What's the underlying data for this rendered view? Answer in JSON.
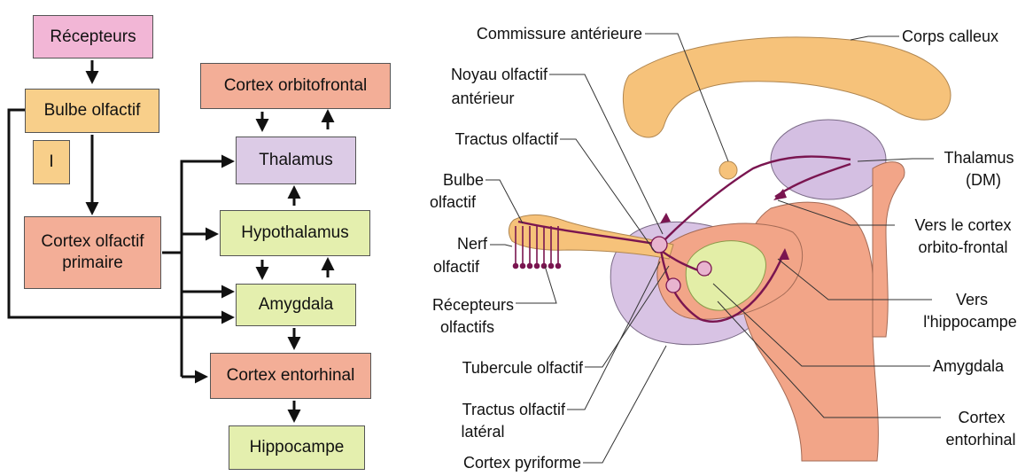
{
  "flowchart": {
    "receptors": "Récepteurs",
    "olfactory_bulb": "Bulbe olfactif",
    "roman_one": "I",
    "primary_cortex_l1": "Cortex olfactif",
    "primary_cortex_l2": "primaire",
    "orbitofrontal": "Cortex orbitofrontal",
    "thalamus": "Thalamus",
    "hypothalamus": "Hypothalamus",
    "amygdala": "Amygdala",
    "entorhinal": "Cortex entorhinal",
    "hippocampus": "Hippocampe"
  },
  "anatomy_labels": {
    "commissure": "Commissure antérieure",
    "anterior_nucleus_l1": "Noyau olfactif",
    "anterior_nucleus_l2": "antérieur",
    "olfactory_tract": "Tractus olfactif",
    "bulb_l1": "Bulbe",
    "bulb_l2": "olfactif",
    "nerve_l1": "Nerf",
    "nerve_l2": "olfactif",
    "receptors_l1": "Récepteurs",
    "receptors_l2": "olfactifs",
    "tubercle": "Tubercule olfactif",
    "lateral_tract_l1": "Tractus olfactif",
    "lateral_tract_l2": "latéral",
    "piriform": "Cortex pyriforme",
    "corpus_callosum": "Corps calleux",
    "thalamus_l1": "Thalamus",
    "thalamus_l2": "(DM)",
    "to_orbito_l1": "Vers le cortex",
    "to_orbito_l2": "orbito-frontal",
    "to_hippo_l1": "Vers",
    "to_hippo_l2": "l'hippocampe",
    "amygdala": "Amygdala",
    "entorhinal_l1": "Cortex",
    "entorhinal_l2": "entorhinal"
  },
  "colors": {
    "pathway": "#7a1550",
    "flow_arrow": "#111111",
    "receptor_box": "#f2b6d6",
    "bulb_box": "#f8cf8a",
    "cortex_box": "#f3ae97",
    "thalamus_box": "#dccbe6",
    "limbic_box": "#e4efae",
    "anatomy_orange": "#f6c27a",
    "anatomy_salmon": "#f2a588",
    "anatomy_purple": "#d2bde0"
  }
}
